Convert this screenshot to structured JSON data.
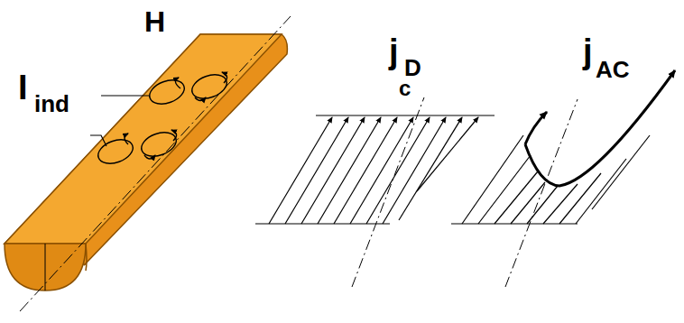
{
  "diagram": {
    "labels": [
      "H",
      "I",
      "ind",
      "j",
      "D",
      "c",
      "j",
      "AC"
    ]
  }
}
